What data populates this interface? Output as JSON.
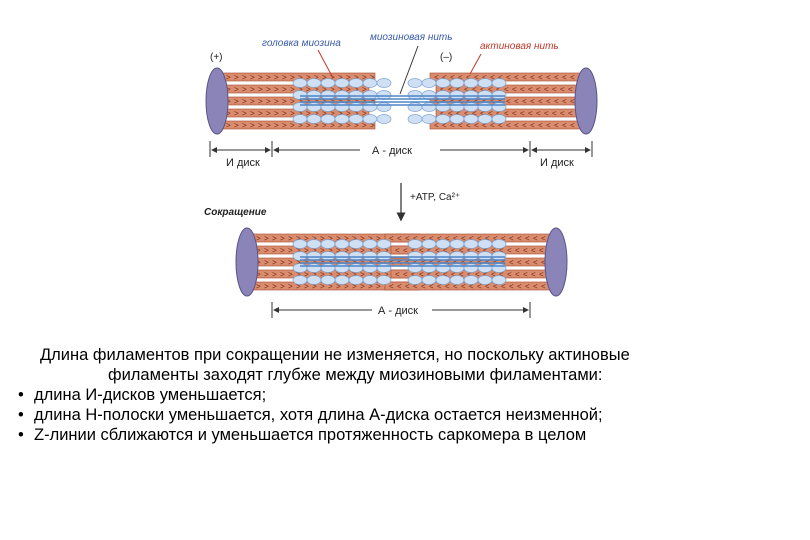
{
  "labels": {
    "myosin_head": "головка миозина",
    "myosin_filament": "миозиновая нить",
    "actin_filament": "актиновая нить",
    "plus": "(+)",
    "minus": "(–)",
    "i_disk": "И диск",
    "a_disk": "А - диск",
    "atp": "+ATP, Ca²⁺",
    "contraction": "Сокращение"
  },
  "colors": {
    "actin": "#d98c6e",
    "actin_dark": "#a84a2e",
    "myosin": "#4f86c6",
    "head": "#cfe0f4",
    "disk": "#8a84b8"
  },
  "text": {
    "intro_line1": "Длина филаментов при сокращении не изменяется, но поскольку актиновые",
    "intro_line2": "филаменты заходят глубже между миозиновыми филаментами:",
    "bullets": [
      "длина И-дисков уменьшается;",
      "длина Н-полоски уменьшается, хотя длина А-диска остается неизменной;",
      "Z-линии сближаются и уменьшается протяженность саркомера в целом"
    ]
  }
}
